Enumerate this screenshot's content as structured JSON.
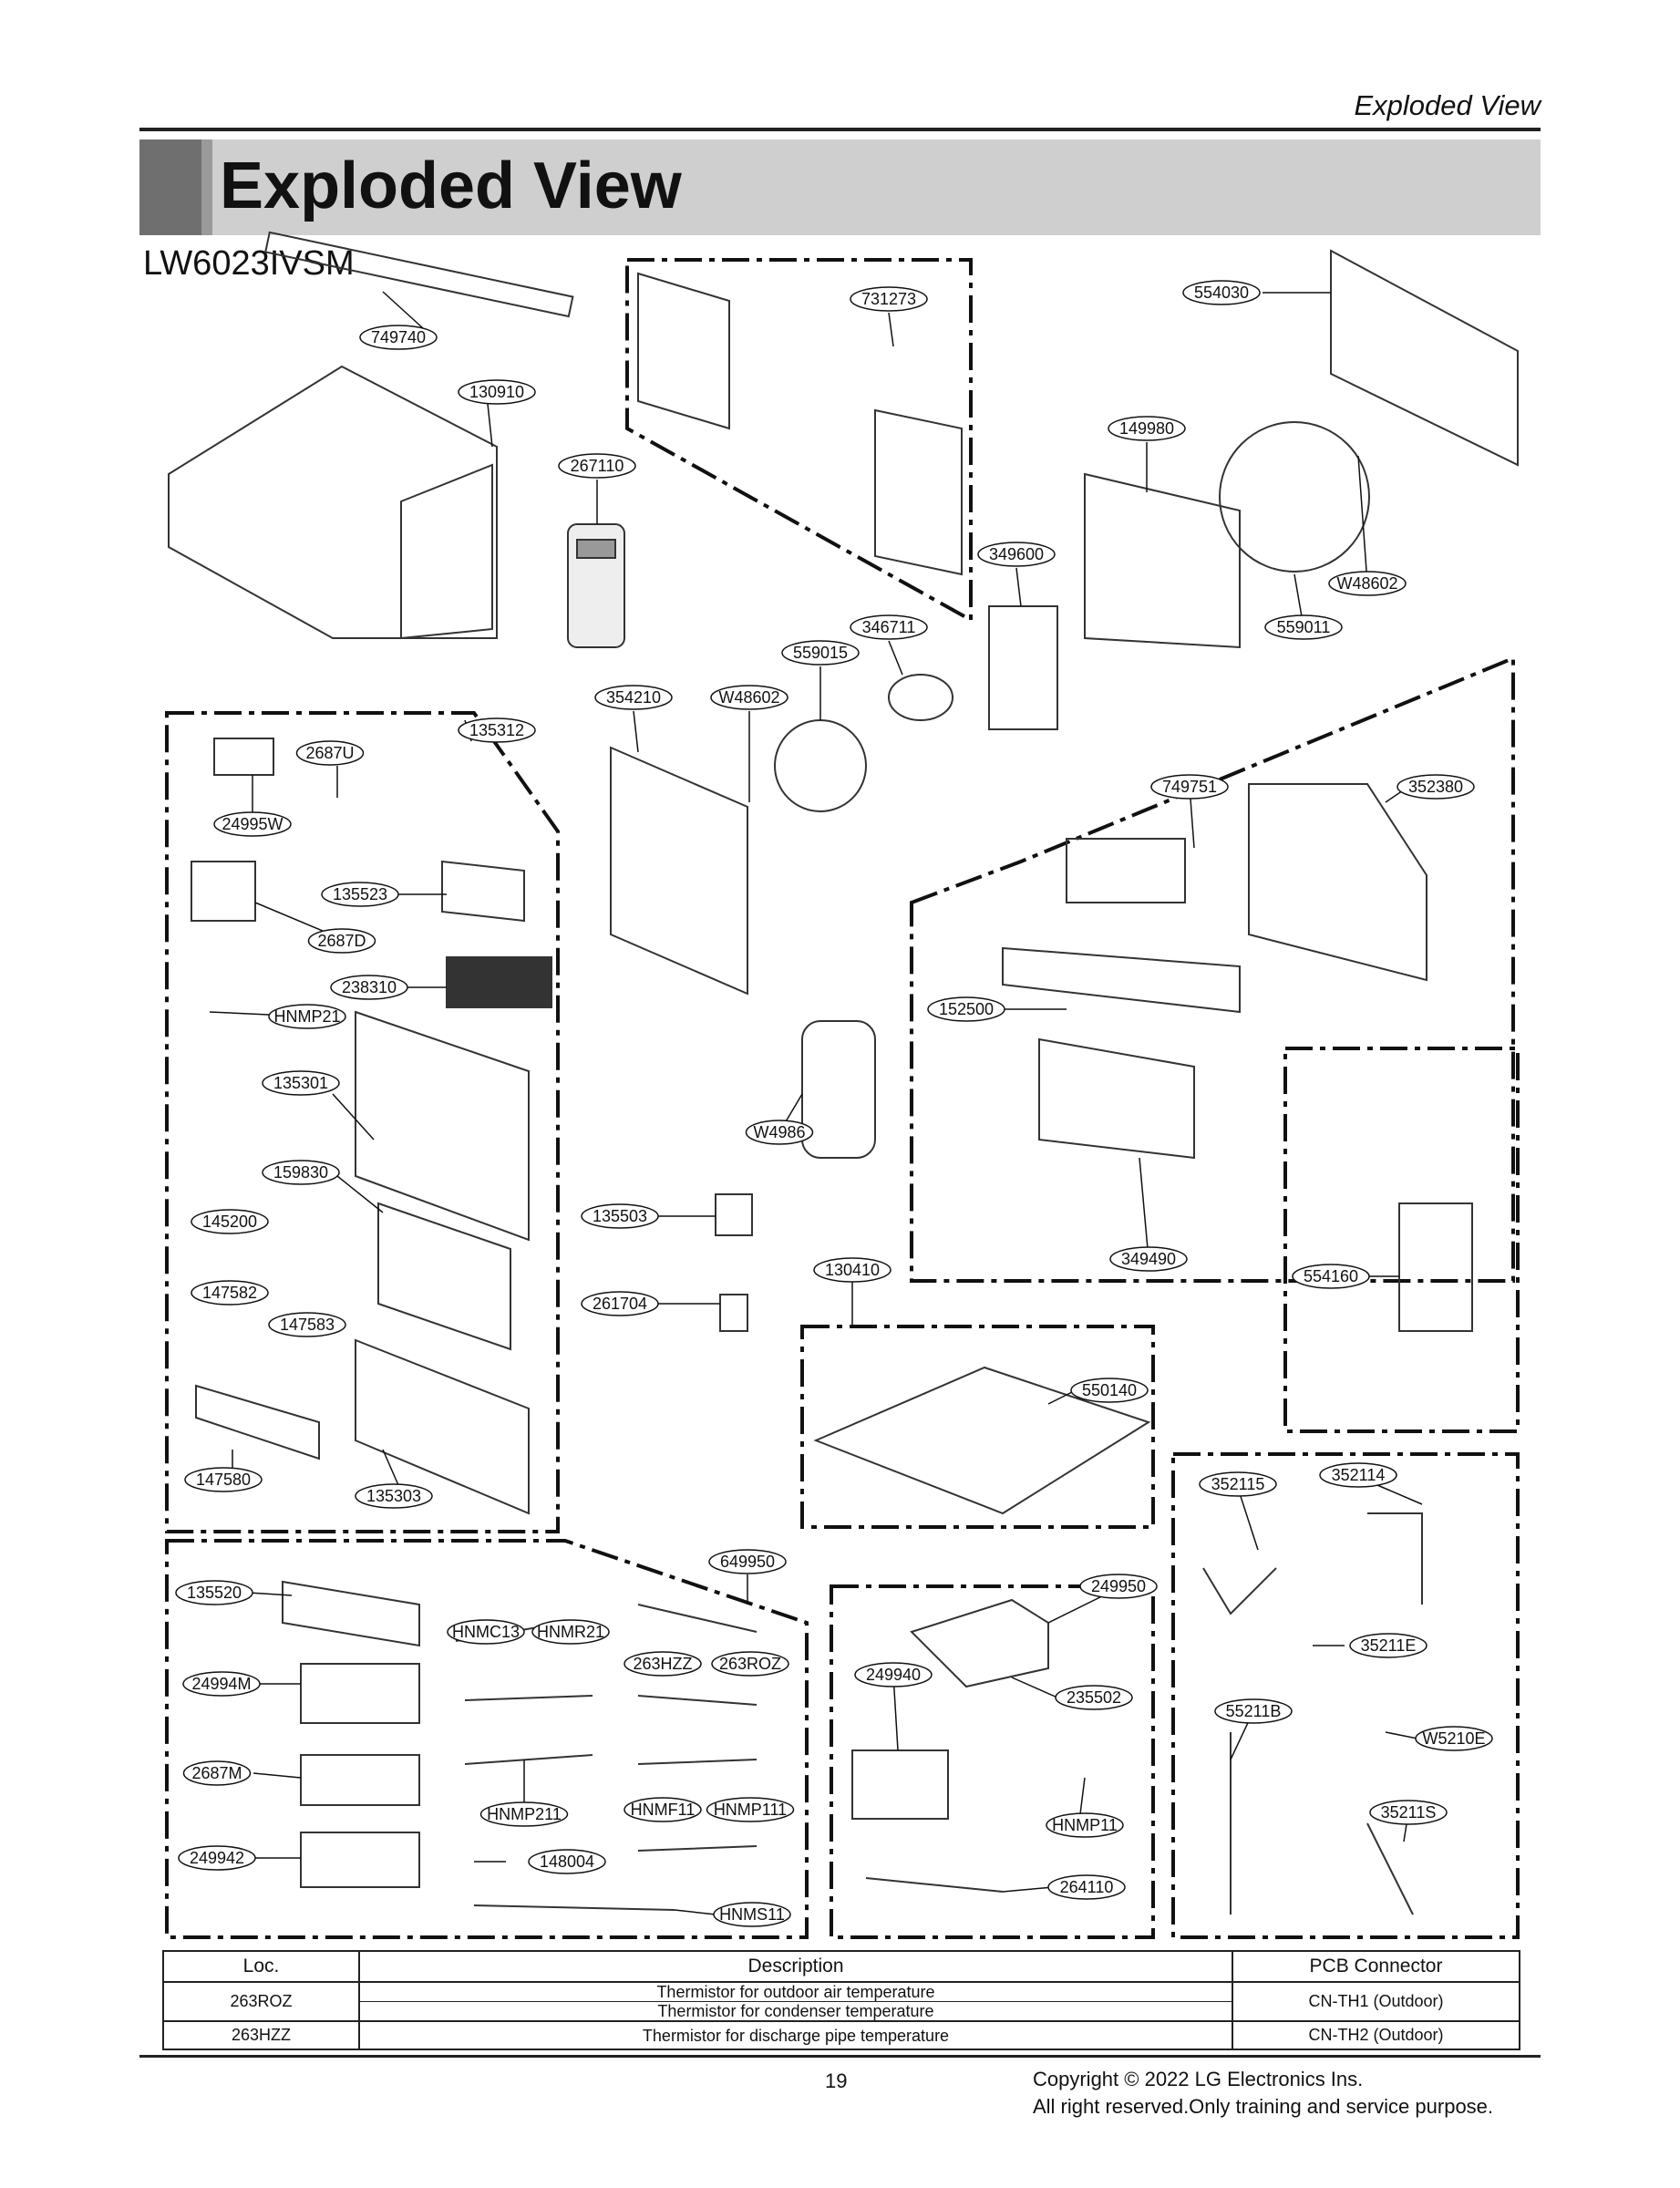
{
  "header": {
    "section": "Exploded View",
    "title": "Exploded View",
    "model": "LW6023IVSM"
  },
  "callouts": [
    "749740",
    "130910",
    "731273",
    "267110",
    "554030",
    "149980",
    "349600",
    "W48602",
    "559011",
    "346711",
    "559015",
    "354210",
    "W48602",
    "135312",
    "2687U",
    "24995W",
    "135523",
    "2687D",
    "238310",
    "HNMP21",
    "135301",
    "159830",
    "145200",
    "147582",
    "147583",
    "147580",
    "135303",
    "749751",
    "352380",
    "152500",
    "W4986",
    "135503",
    "261704",
    "130410",
    "349490",
    "554160",
    "550140",
    "352115",
    "352114",
    "35211E",
    "55211B",
    "W5210E",
    "35211S",
    "649950",
    "249950",
    "135520",
    "24994M",
    "2687M",
    "249942",
    "HNMC13",
    "HNMR21",
    "263HZZ",
    "263ROZ",
    "HNMP211",
    "HNMF11",
    "HNMP111",
    "148004",
    "HNMS11",
    "249940",
    "235502",
    "HNMP11",
    "264110"
  ],
  "table": {
    "headers": {
      "loc": "Loc.",
      "desc": "Description",
      "pcb": "PCB Connector"
    },
    "rows": [
      {
        "loc": "263ROZ",
        "desc": [
          "Thermistor for outdoor air temperature",
          "Thermistor for condenser temperature"
        ],
        "pcb": "CN-TH1 (Outdoor)"
      },
      {
        "loc": "263HZZ",
        "desc": [
          "Thermistor for discharge pipe temperature"
        ],
        "pcb": "CN-TH2 (Outdoor)"
      }
    ]
  },
  "footer": {
    "page": "19",
    "copyright1": "Copyright © 2022 LG Electronics Ins.",
    "copyright2": "All right reserved.Only training and service purpose."
  }
}
